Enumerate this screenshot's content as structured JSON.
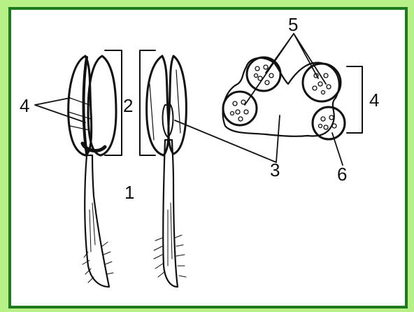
{
  "diagram": {
    "labels": {
      "filament": "1",
      "anther": "2",
      "connective": "3",
      "pollen_sacs": "4",
      "pollen_sacs_section": "4",
      "pollen_grains": "5",
      "wall": "6"
    }
  },
  "colors": {
    "frame_background": "#b8f088",
    "frame_border": "#1e7a1e",
    "ink": "#111111"
  }
}
